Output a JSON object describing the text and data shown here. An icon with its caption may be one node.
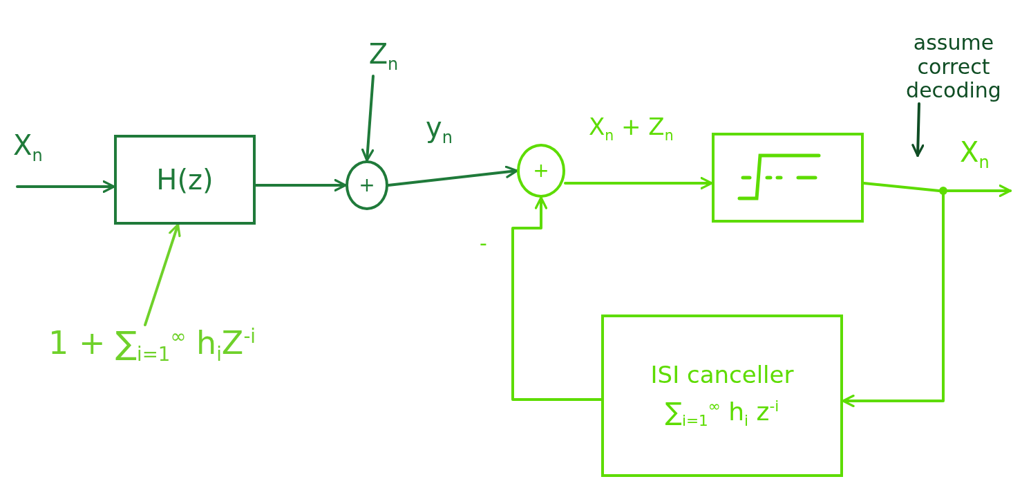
{
  "diagram": {
    "nodes": [
      {
        "text": [
          "H(z)"
        ]
      },
      {
        "text": [
          "Z$_{n}$"
        ]
      },
      {
        "text": [
          "+"
        ]
      },
      {
        "text": [
          "+"
        ]
      },
      {
        "text": [],
        "shape": "box"
      },
      {
        "text": [],
        "shape": "circle"
      },
      {
        "text": [
          "ISI canceller",
          "∑$_{i=1}$$^{∞}$ h$_{i}$ z$^{-i}$"
        ]
      },
      {
        "text": [
          "1 + ∑$_{i=1}$$^{∞}$ h$_{i}$Z$^{-i}$"
        ]
      },
      {
        "text": [
          "assume correct decoding"
        ]
      }
    ],
    "edges": [
      {
        "from": null,
        "to": 0,
        "arrow": "to",
        "label": "X$_{n}$",
        "color": "#1f7a3a"
      },
      {
        "from": 0,
        "to": 2,
        "arrow": "to",
        "color": "#1f7a3a"
      },
      {
        "from": 1,
        "to": 2,
        "arrow": "to",
        "color": "#1f7a3a"
      },
      {
        "from": 2,
        "to": 3,
        "arrow": "to",
        "label": "y$_{n}$",
        "color": "#1f7a3a"
      },
      {
        "from": 3,
        "to": 4,
        "arrow": "to",
        "label": "X$_{n}$ + Z$_{n}$"
      },
      {
        "from": 4,
        "to": 5,
        "arrow": "none"
      },
      {
        "from": 5,
        "to": null,
        "arrow": "to",
        "label": "X$_{n}$"
      },
      {
        "from": 5,
        "to": 6,
        "arrow": "to"
      },
      {
        "from": 6,
        "to": 3,
        "arrow": "to",
        "label": "-"
      },
      {
        "from": 7,
        "to": 0,
        "arrow": "to",
        "color": "#6fd12a"
      },
      {
        "from": 8,
        "to": null,
        "arrow": "to",
        "color": "#0f4d24"
      }
    ]
  }
}
